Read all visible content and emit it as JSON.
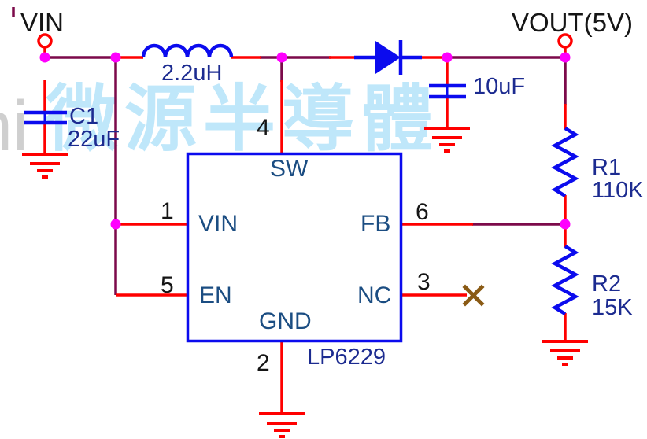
{
  "schematic": {
    "part_label": "LP6229",
    "input_label": "VIN",
    "output_label": "VOUT(5V)",
    "inductor": {
      "value": "2.2uH"
    },
    "input_cap": {
      "ref": "C1",
      "value": "22uF"
    },
    "output_cap": {
      "value": "10uF"
    },
    "r1": {
      "ref": "R1",
      "value": "110K"
    },
    "r2": {
      "ref": "R2",
      "value": "15K"
    },
    "pins": {
      "sw": {
        "num": "4",
        "name": "SW"
      },
      "vin": {
        "num": "1",
        "name": "VIN"
      },
      "en": {
        "num": "5",
        "name": "EN"
      },
      "fb": {
        "num": "6",
        "name": "FB"
      },
      "nc": {
        "num": "3",
        "name": "NC"
      },
      "gnd": {
        "num": "2",
        "name": "GND"
      }
    }
  },
  "watermark": {
    "cjk_text": "微源半導體",
    "latin_fragment": "ni"
  },
  "colors": {
    "wire_red": "#ff0000",
    "wire_dark_maroon": "#7c0a4a",
    "junction_magenta": "#ff00fe",
    "component_blue": "#0b0bee",
    "component_text_navy": "#1c2b90",
    "pin_name_navy": "#1b4d82",
    "pin_number_black": "#151515",
    "no_connect_brown": "#8a5a14",
    "watermark_blue": "#bfe7fa",
    "watermark_gray": "#cfcfcf"
  }
}
